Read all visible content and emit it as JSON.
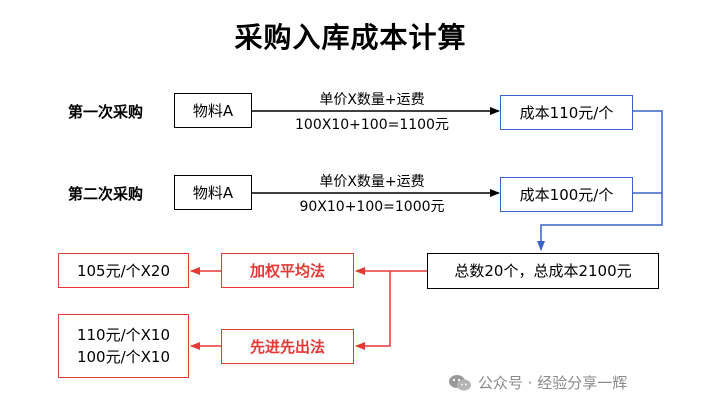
{
  "title": "采购入库成本计算",
  "purchase1": {
    "label": "第一次采购",
    "item": "物料A",
    "formula_top": "单价X数量+运费",
    "formula_bottom": "100X10+100=1100元",
    "cost": "成本110元/个"
  },
  "purchase2": {
    "label": "第二次采购",
    "item": "物料A",
    "formula_top": "单价X数量+运费",
    "formula_bottom": "90X10+100=1000元",
    "cost": "成本100元/个"
  },
  "total": "总数20个，总成本2100元",
  "method_weighted": "加权平均法",
  "method_fifo": "先进先出法",
  "result_weighted": "105元/个X20",
  "result_fifo_line1": "110元/个X10",
  "result_fifo_line2": "100元/个X10",
  "watermark": "公众号 · 经验分享一辉",
  "colors": {
    "blue": "#3a63c9",
    "red": "#e53935",
    "black": "#000000"
  }
}
